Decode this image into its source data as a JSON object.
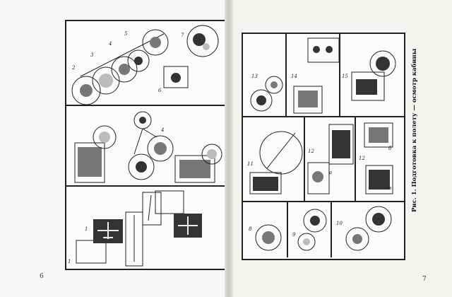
{
  "left_page": {
    "page_number": "6",
    "panel_top": {
      "labels": [
        "2",
        "3",
        "4",
        "5",
        "6",
        "7"
      ]
    },
    "panel_middle": {
      "labels": [
        "4"
      ]
    },
    "panel_bottom": {
      "labels": [
        "1",
        "1"
      ]
    }
  },
  "right_page": {
    "page_number": "7",
    "caption": "Рис. 1. Подготовка к полету — осмотр кабины",
    "row_top": {
      "labels": [
        "13",
        "14",
        "15"
      ]
    },
    "row_middle": {
      "labels": [
        "11",
        "12",
        "12",
        "а",
        "б",
        "в"
      ]
    },
    "row_bottom": {
      "labels": [
        "8",
        "9",
        "10"
      ]
    }
  }
}
